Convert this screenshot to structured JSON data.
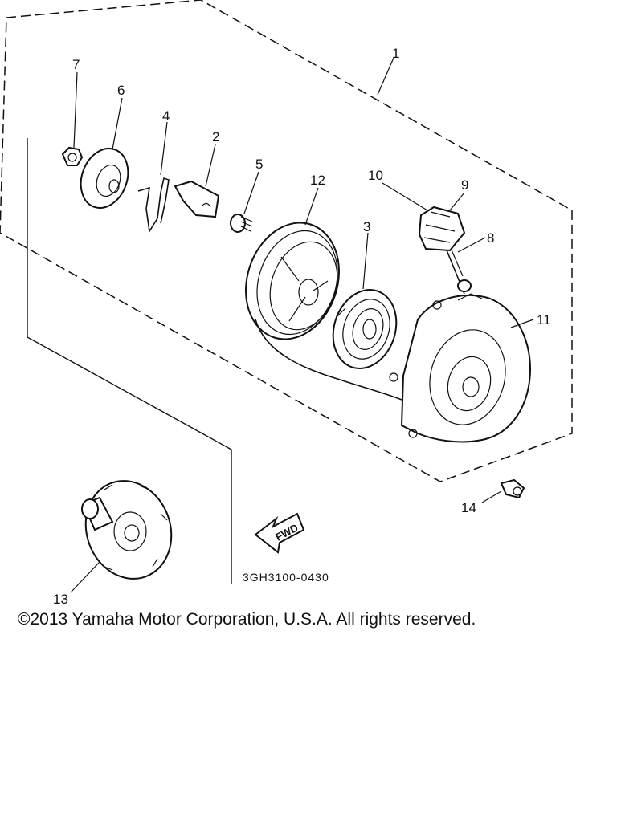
{
  "callouts": {
    "c1": "1",
    "c2": "2",
    "c3": "3",
    "c4": "4",
    "c5": "5",
    "c6": "6",
    "c7": "7",
    "c8": "8",
    "c9": "9",
    "c10": "10",
    "c11": "11",
    "c12": "12",
    "c13": "13",
    "c14": "14"
  },
  "drawing_code": "3GH3100-0430",
  "fwd_label": "FWD",
  "copyright": "©2013 Yamaha Motor Corporation, U.S.A. All rights reserved."
}
